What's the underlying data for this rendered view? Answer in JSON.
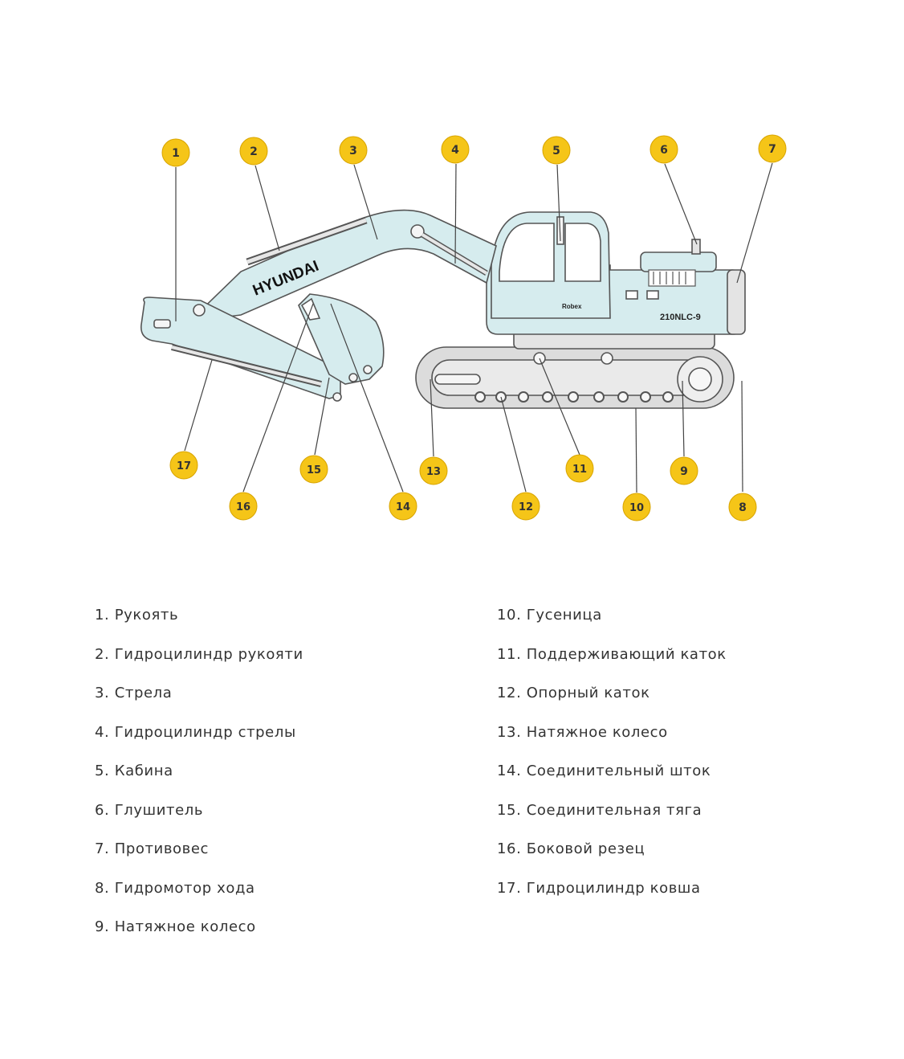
{
  "diagram": {
    "model_label": "210NLC-9",
    "brand_label": "HYUNDAI",
    "small_logo_text": "Robex",
    "accent_color": "#f5c518",
    "marker_outline": "#d8a400",
    "machine_fill": "#d6ecee",
    "machine_stroke": "#555555",
    "markers": [
      "1",
      "2",
      "3",
      "4",
      "5",
      "6",
      "7",
      "8",
      "9",
      "10",
      "11",
      "12",
      "13",
      "14",
      "15",
      "16",
      "17"
    ]
  },
  "legend_left": [
    "1. Рукоять",
    "2. Гидроцилиндр рукояти",
    "3. Стрела",
    "4. Гидроцилиндр стрелы",
    "5. Кабина",
    "6. Глушитель",
    "7. Противовес",
    "8. Гидромотор хода",
    "9. Натяжное колесо"
  ],
  "legend_right": [
    "10. Гусеница",
    "11. Поддерживающий каток",
    "12. Опорный каток",
    "13. Натяжное колесо",
    "14. Соединительный шток",
    "15. Соединительная тяга",
    "16. Боковой резец",
    "17. Гидроцилиндр ковша"
  ]
}
